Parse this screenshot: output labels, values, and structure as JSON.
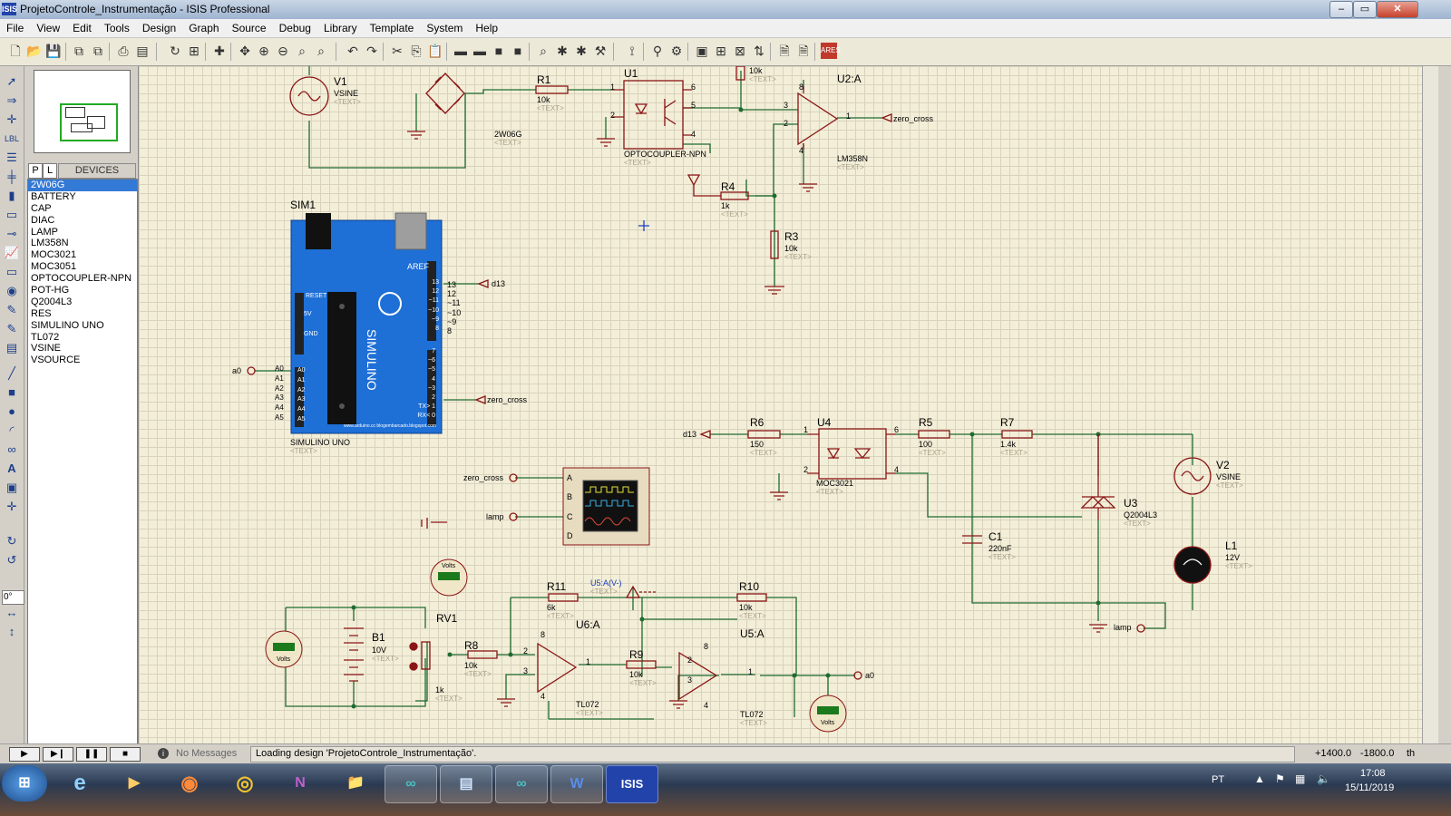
{
  "window": {
    "title": "ProjetoControle_Instrumentação - ISIS Professional",
    "app_icon": "ISIS"
  },
  "menu": [
    "File",
    "View",
    "Edit",
    "Tools",
    "Design",
    "Graph",
    "Source",
    "Debug",
    "Library",
    "Template",
    "System",
    "Help"
  ],
  "devices": {
    "tab_p": "P",
    "tab_l": "L",
    "title": "DEVICES",
    "items": [
      "2W06G",
      "BATTERY",
      "CAP",
      "DIAC",
      "LAMP",
      "LM358N",
      "MOC3021",
      "MOC3051",
      "OPTOCOUPLER-NPN",
      "POT-HG",
      "Q2004L3",
      "RES",
      "SIMULINO UNO",
      "TL072",
      "VSINE",
      "VSOURCE"
    ],
    "selected": "2W06G"
  },
  "rotation": "0°",
  "schematic": {
    "text_placeholder": "<TEXT>",
    "v1": {
      "ref": "V1",
      "value": "VSINE"
    },
    "bridge": {
      "value": "2W06G"
    },
    "r1": {
      "ref": "R1",
      "value": "10k"
    },
    "u1": {
      "ref": "U1",
      "value": "OPTOCOUPLER-NPN",
      "pins": [
        "1",
        "2",
        "6",
        "5",
        "4"
      ]
    },
    "rtop": {
      "value": "10k"
    },
    "u2": {
      "ref": "U2:A",
      "value": "LM358N",
      "pins": [
        "8",
        "3",
        "2",
        "1",
        "4"
      ]
    },
    "zero_cross": "zero_cross",
    "r4": {
      "ref": "R4",
      "value": "1k"
    },
    "r3": {
      "ref": "R3",
      "value": "10k"
    },
    "sim1": {
      "ref": "SIM1",
      "value": "SIMULINO UNO",
      "aref": "AREF",
      "d13": "d13",
      "a0": "a0",
      "reset": "RESET",
      "brand": "SIMULINO",
      "url": "www.arduino.cc blogembarcado.blogspot.com",
      "digital_pins": [
        "13",
        "12",
        "~11",
        "~10",
        "~9",
        "8",
        "7",
        "~6",
        "~5",
        "4",
        "~3",
        "2",
        "TX> 1",
        "RX< 0"
      ],
      "analog_pins": [
        "A0",
        "A1",
        "A2",
        "A3",
        "A4",
        "A5"
      ],
      "power_pins": [
        "5V",
        "GND"
      ]
    },
    "r6": {
      "ref": "R6",
      "value": "150"
    },
    "u4": {
      "ref": "U4",
      "value": "MOC3021",
      "pins": [
        "1",
        "2",
        "6",
        "4"
      ]
    },
    "r5": {
      "ref": "R5",
      "value": "100"
    },
    "r7": {
      "ref": "R7",
      "value": "1.4k"
    },
    "v2": {
      "ref": "V2",
      "value": "VSINE"
    },
    "u3": {
      "ref": "U3",
      "value": "Q2004L3"
    },
    "c1": {
      "ref": "C1",
      "value": "220nF"
    },
    "l1": {
      "ref": "L1",
      "value": "12V"
    },
    "lamp": "lamp",
    "scope": {
      "labels": [
        "A",
        "B",
        "C",
        "D"
      ],
      "in_a": "zero_cross",
      "in_c": "lamp"
    },
    "voltmeter": "Volts",
    "b1": {
      "ref": "B1",
      "value": "10V"
    },
    "rv1": {
      "ref": "RV1",
      "value": "1k"
    },
    "r8": {
      "ref": "R8",
      "value": "10k"
    },
    "r11": {
      "ref": "R11",
      "value": "6k"
    },
    "probe": "U5:A(V-)",
    "u6": {
      "ref": "U6:A",
      "value": "TL072",
      "pins": [
        "2",
        "3",
        "1",
        "8",
        "4"
      ]
    },
    "r9": {
      "ref": "R9",
      "value": "10k"
    },
    "r10": {
      "ref": "R10",
      "value": "10k"
    },
    "u5": {
      "ref": "U5:A",
      "value": "TL072",
      "pins": [
        "2",
        "3",
        "1",
        "8",
        "4"
      ]
    },
    "a0_out": "a0"
  },
  "status": {
    "messages": "No Messages",
    "text": "Loading design 'ProjetoControle_Instrumentação'.",
    "x": "+1400.0",
    "y": "-1800.0",
    "units": "th"
  },
  "taskbar": {
    "lang": "PT",
    "time": "17:08",
    "date": "15/11/2019"
  },
  "colors": {
    "canvas": "#f3eed8",
    "wire": "#1f6b30",
    "component": "#8a1515",
    "board": "#1e6fd6"
  }
}
